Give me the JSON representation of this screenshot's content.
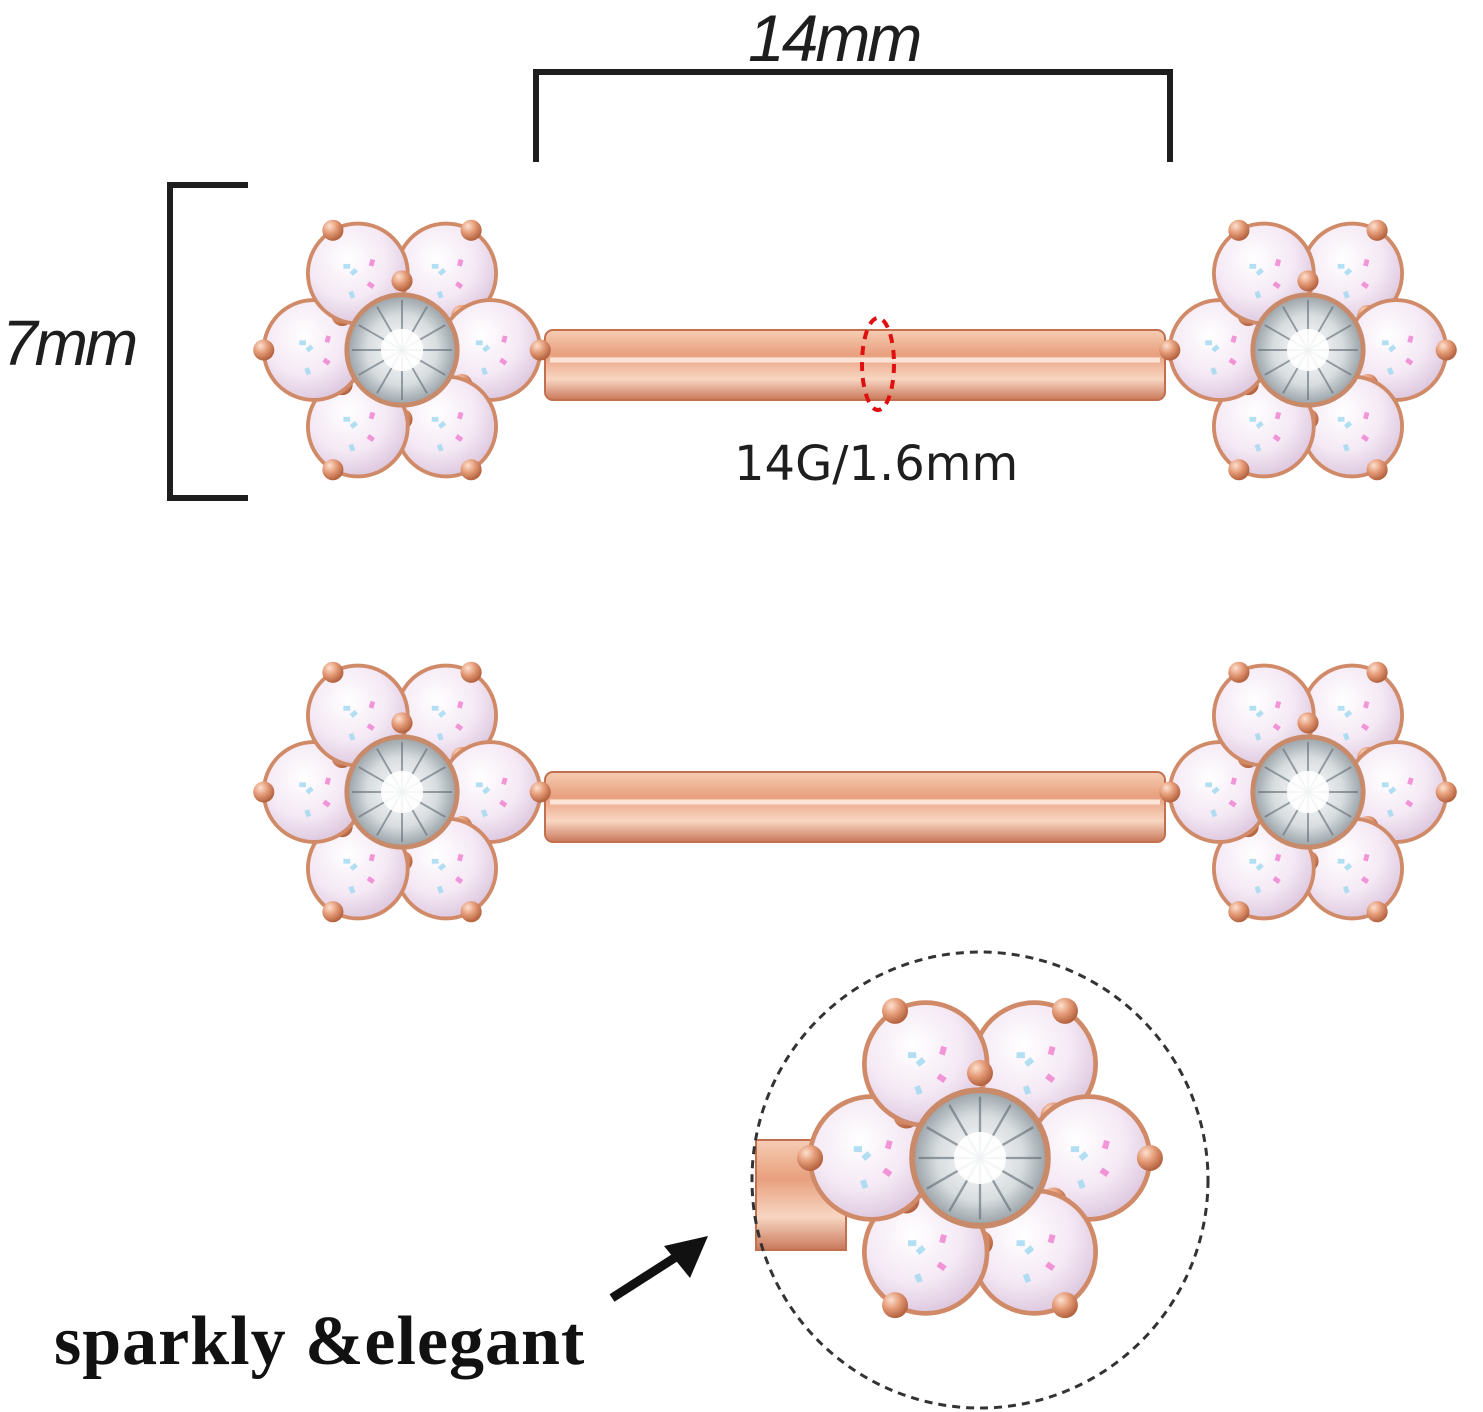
{
  "annotations": {
    "width_label": "14mm",
    "height_label": "7mm",
    "gauge_label": "14G/1.6mm",
    "tagline": "sparkly &elegant"
  },
  "colors": {
    "rose_gold": "#e8a07e",
    "rose_gold_dark": "#c06e4c",
    "opal": "#f5ecf6",
    "opal_sparkle": "#f07ed0",
    "dimension_line": "#1e1e1e",
    "gauge_marker": "#e01010"
  }
}
